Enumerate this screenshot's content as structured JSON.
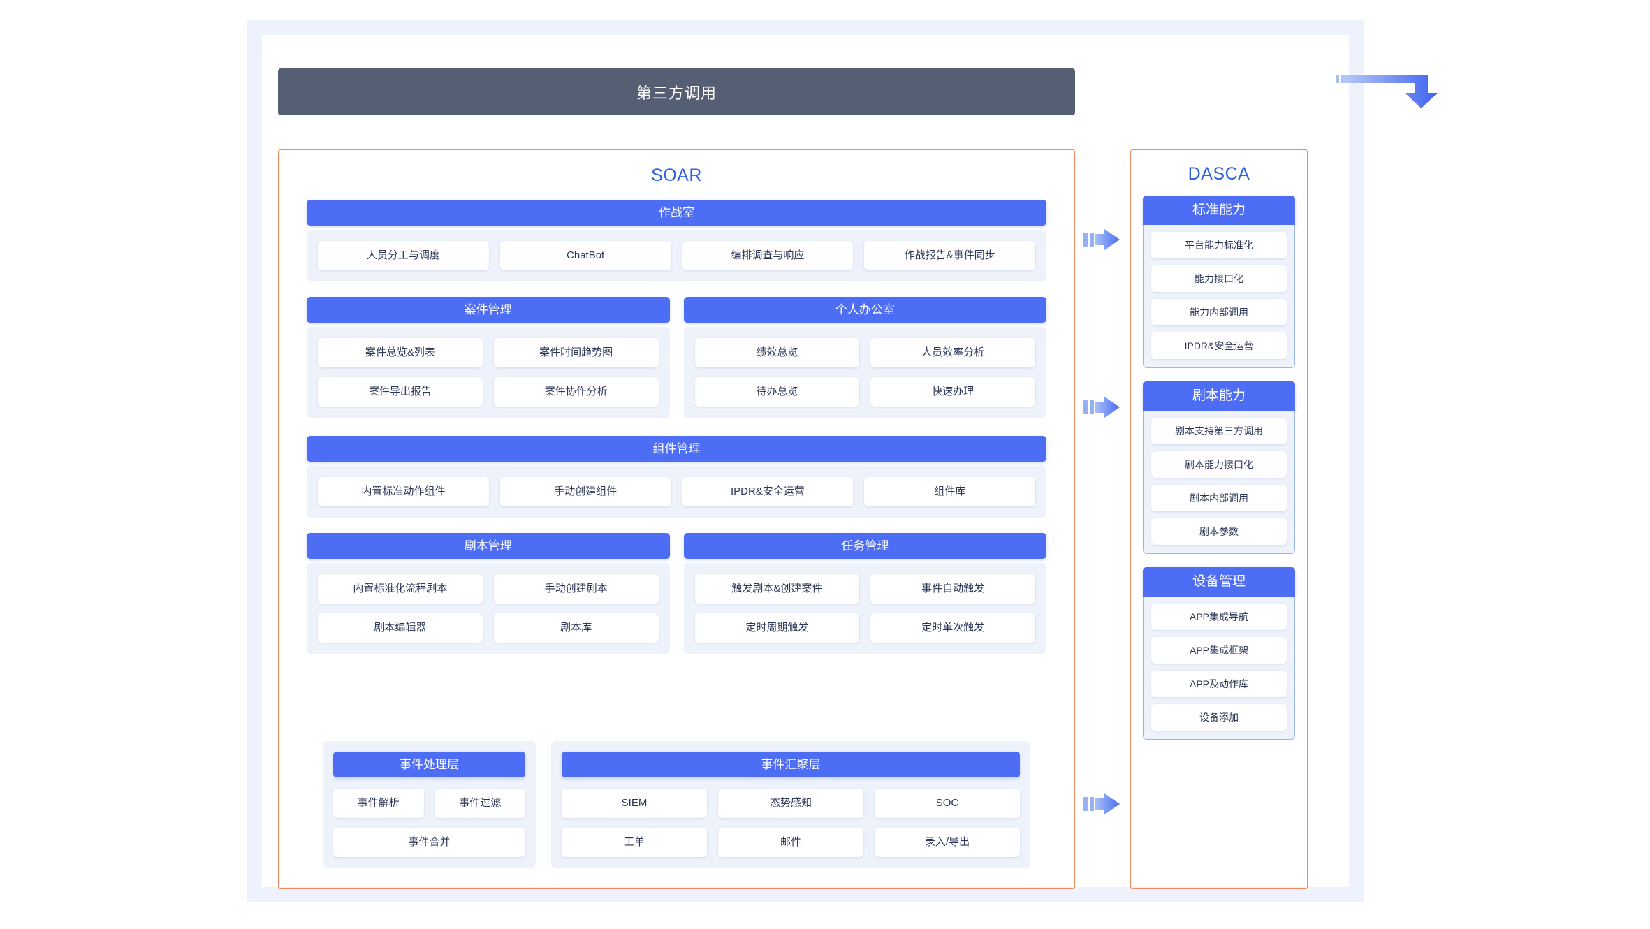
{
  "diagram": {
    "top_bar_label": "第三方调用",
    "left_panel_title": "SOAR",
    "right_panel_title": "DASCA",
    "colors": {
      "accent_blue": "#4d6df5",
      "title_blue": "#2b62e0",
      "panel_border_orange": "#f0895c",
      "dark_header": "#555f73",
      "tray_bg": "#eef2fb",
      "page_bg": "#eef2fc",
      "chip_text": "#2c3657"
    },
    "icons": {
      "flow_arrow": "right-arrow-icon",
      "elbow_arrow": "elbow-down-arrow-icon"
    }
  },
  "soar": {
    "war_room": {
      "header": "作战室",
      "items_left": [
        "人员分工与调度",
        "ChatBot"
      ],
      "items_right": [
        "编排调查与响应",
        "作战报告&事件同步"
      ]
    },
    "case_management": {
      "header": "案件管理",
      "items": [
        "案件总览&列表",
        "案件时间趋势图",
        "案件导出报告",
        "案件协作分析"
      ]
    },
    "personal_office": {
      "header": "个人办公室",
      "items": [
        "绩效总览",
        "人员效率分析",
        "待办总览",
        "快速办理"
      ]
    },
    "component_management": {
      "header": "组件管理",
      "items_left": [
        "内置标准动作组件",
        "手动创建组件"
      ],
      "items_right": [
        "IPDR&安全运营",
        "组件库"
      ]
    },
    "playbook_management": {
      "header": "剧本管理",
      "items": [
        "内置标准化流程剧本",
        "手动创建剧本",
        "剧本编辑器",
        "剧本库"
      ]
    },
    "task_management": {
      "header": "任务管理",
      "items": [
        "触发剧本&创建案件",
        "事件自动触发",
        "定时周期触发",
        "定时单次触发"
      ]
    },
    "event_processing": {
      "header": "事件处理层",
      "items": [
        "事件解析",
        "事件过滤"
      ],
      "full_width_item": "事件合并"
    },
    "event_aggregation": {
      "header": "事件汇聚层",
      "items": [
        "SIEM",
        "态势感知",
        "SOC",
        "工单",
        "邮件",
        "录入/导出"
      ]
    }
  },
  "dasca": {
    "groups": [
      {
        "header": "标准能力",
        "items": [
          "平台能力标准化",
          "能力接口化",
          "能力内部调用",
          "IPDR&安全运营"
        ]
      },
      {
        "header": "剧本能力",
        "items": [
          "剧本支持第三方调用",
          "剧本能力接口化",
          "剧本内部调用",
          "剧本参数"
        ]
      },
      {
        "header": "设备管理",
        "items": [
          "APP集成导航",
          "APP集成框架",
          "APP及动作库",
          "设备添加"
        ]
      }
    ]
  }
}
